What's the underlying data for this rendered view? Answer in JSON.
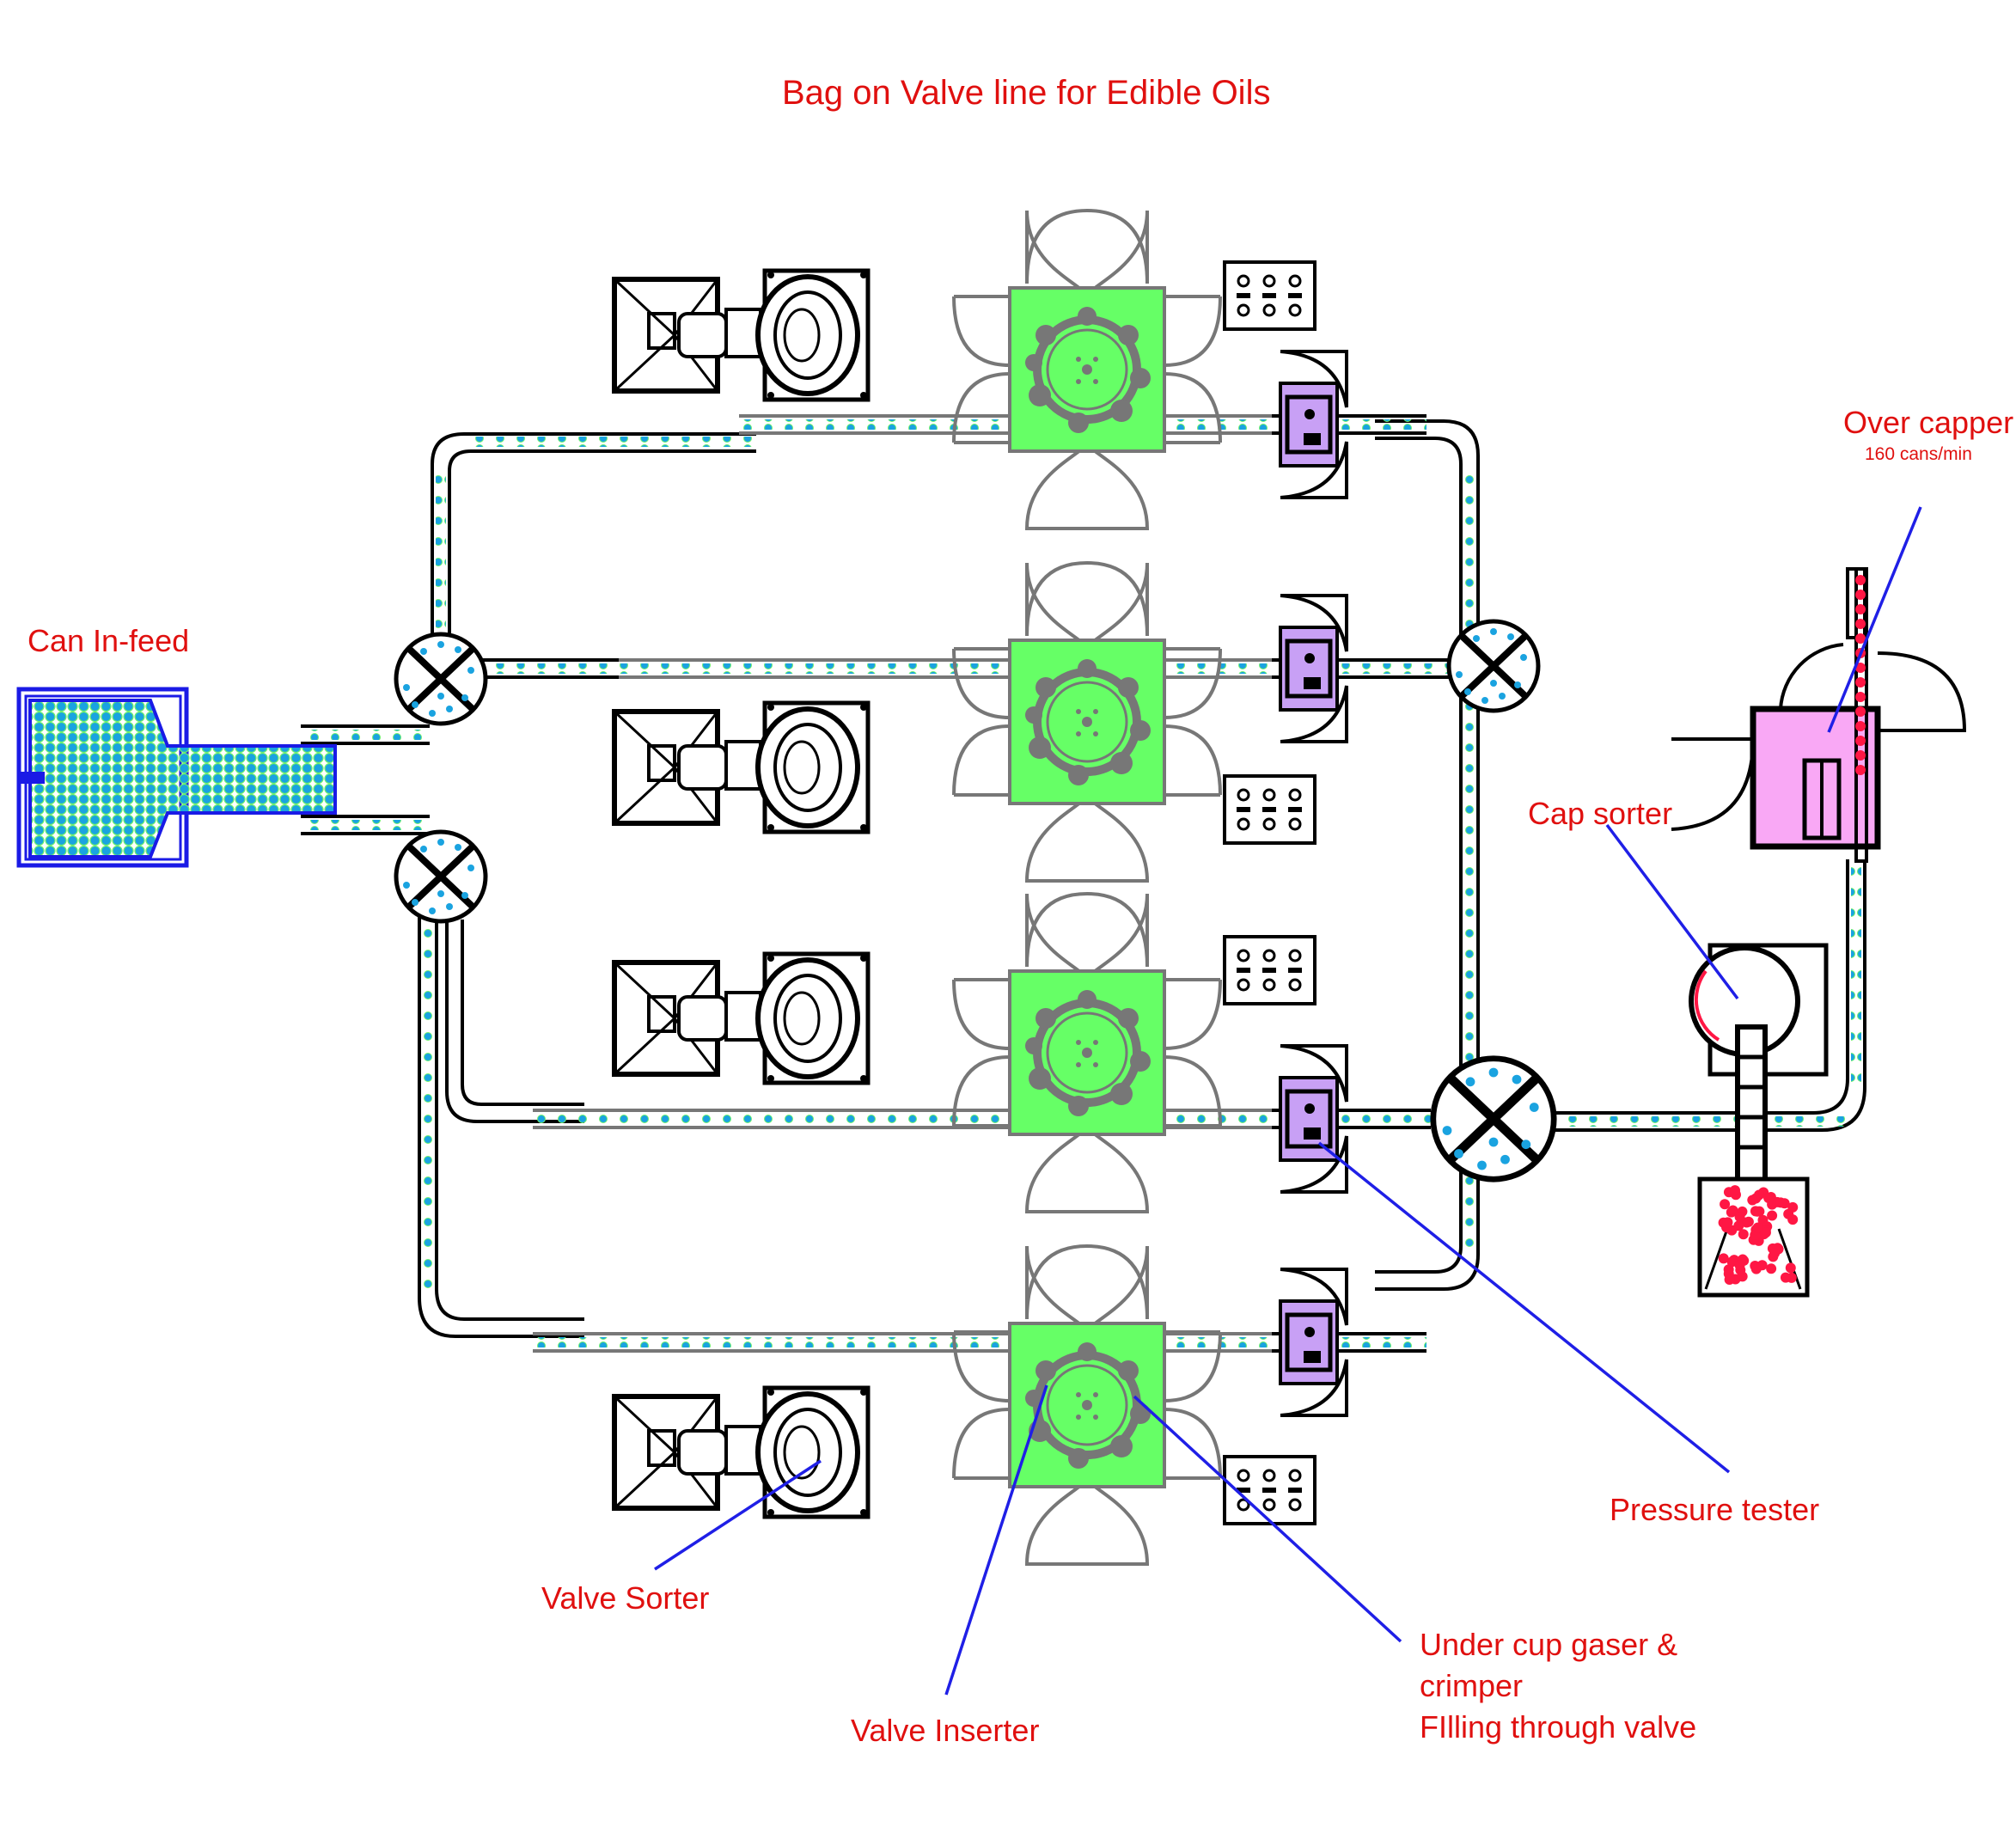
{
  "diagram": {
    "title": "Bag on Valve line for Edible Oils",
    "colors": {
      "label_text": "#e0100f",
      "leader_line": "#1f1fe6",
      "conveyor": "#000000",
      "can": "#1aa3e0",
      "can_outline": "#6cf06c",
      "infeed": "#1a1ae6",
      "crimper_station": "#66ff66",
      "crimper_detail": "#777777",
      "pressure_tester": "#c8a0f5",
      "over_capper": "#f9a8f5",
      "cap": "#ff1744"
    },
    "labels": {
      "can_infeed": "Can In-feed",
      "over_capper": "Over capper",
      "over_capper_rate": "160 cans/min",
      "cap_sorter": "Cap sorter",
      "pressure_tester": "Pressure tester",
      "valve_sorter": "Valve Sorter",
      "valve_inserter": "Valve Inserter",
      "under_cup": "Under cup gaser &\ncrimper\nFIlling through valve"
    },
    "lines": [
      {
        "id": "line-1",
        "valve_sorter": true,
        "valve_inserter": true,
        "crimper_filler": true,
        "pressure_tester": true
      },
      {
        "id": "line-2",
        "valve_sorter": true,
        "valve_inserter": true,
        "crimper_filler": true,
        "pressure_tester": true
      },
      {
        "id": "line-3",
        "valve_sorter": true,
        "valve_inserter": true,
        "crimper_filler": true,
        "pressure_tester": true
      },
      {
        "id": "line-4",
        "valve_sorter": true,
        "valve_inserter": true,
        "crimper_filler": true,
        "pressure_tester": true
      }
    ],
    "turntables": [
      "infeed-splitter-top",
      "infeed-splitter-bottom",
      "merger-upper",
      "merger-lower"
    ]
  }
}
